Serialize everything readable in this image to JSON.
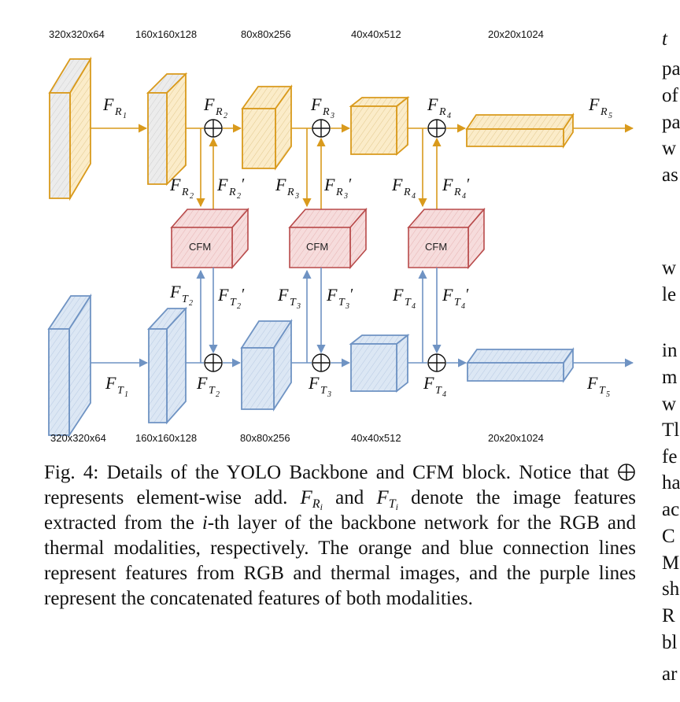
{
  "figure": {
    "top_dims": [
      "320x320x64",
      "160x160x128",
      "80x80x256",
      "40x40x512",
      "20x20x1024"
    ],
    "bottom_dims": [
      "320x320x64",
      "160x160x128",
      "80x80x256",
      "40x40x512",
      "20x20x1024"
    ],
    "rgb_main_labels": [
      {
        "base": "F",
        "sub": "R",
        "subsub": "1"
      },
      {
        "base": "F",
        "sub": "R",
        "subsub": "2"
      },
      {
        "base": "F",
        "sub": "R",
        "subsub": "3"
      },
      {
        "base": "F",
        "sub": "R",
        "subsub": "4"
      },
      {
        "base": "F",
        "sub": "R",
        "subsub": "5"
      }
    ],
    "rgb_down_labels": [
      {
        "base": "F",
        "sub": "R",
        "subsub": "2"
      },
      {
        "base": "F",
        "sub": "R",
        "subsub": "3"
      },
      {
        "base": "F",
        "sub": "R",
        "subsub": "4"
      }
    ],
    "rgb_up_labels": [
      {
        "base": "F",
        "sub": "R",
        "subsub": "2",
        "prime": "′"
      },
      {
        "base": "F",
        "sub": "R",
        "subsub": "3",
        "prime": "′"
      },
      {
        "base": "F",
        "sub": "R",
        "subsub": "4",
        "prime": "′"
      }
    ],
    "thermal_up_labels": [
      {
        "base": "F",
        "sub": "T",
        "subsub": "2"
      },
      {
        "base": "F",
        "sub": "T",
        "subsub": "3"
      },
      {
        "base": "F",
        "sub": "T",
        "subsub": "4"
      }
    ],
    "thermal_down_labels": [
      {
        "base": "F",
        "sub": "T",
        "subsub": "2",
        "prime": "′"
      },
      {
        "base": "F",
        "sub": "T",
        "subsub": "3",
        "prime": "′"
      },
      {
        "base": "F",
        "sub": "T",
        "subsub": "4",
        "prime": "′"
      }
    ],
    "thermal_main_labels": [
      {
        "base": "F",
        "sub": "T",
        "subsub": "1"
      },
      {
        "base": "F",
        "sub": "T",
        "subsub": "2"
      },
      {
        "base": "F",
        "sub": "T",
        "subsub": "3"
      },
      {
        "base": "F",
        "sub": "T",
        "subsub": "4"
      },
      {
        "base": "F",
        "sub": "T",
        "subsub": "5"
      }
    ],
    "cfm_label": "CFM",
    "colors": {
      "rgb_stroke": "#d99a1c",
      "rgb_fill": "#fbecc9",
      "thermal_stroke": "#6f93c3",
      "thermal_fill": "#dce7f4",
      "cfm_stroke": "#b84a4a",
      "cfm_fill": "#f6dcdc"
    }
  },
  "caption": {
    "prefix": "Fig. 4: Details of the YOLO Backbone and CFM block. Notice that",
    "after_oplus": "represents element-wise add.",
    "fri_base": "F",
    "fri_sub": "R",
    "fri_subsub": "i",
    "and_word": "and",
    "fti_base": "F",
    "fti_sub": "T",
    "fti_subsub": "i",
    "after_fti": "denote the image features extracted from the",
    "i_var": "i",
    "rest": "-th layer of the backbone network for the RGB and thermal modalities, respectively. The orange and blue connection lines represent features from RGB and thermal images, and the purple lines represent the concatenated features of both modalities."
  },
  "right_column": {
    "lines": [
      "t",
      "pa",
      "of",
      "pa",
      "w",
      "as",
      "w",
      "le",
      "in",
      "m",
      "w",
      "Tl",
      "fe",
      "ha",
      "ac",
      "C",
      "M",
      "sh",
      "R",
      "bl",
      "ar"
    ]
  }
}
